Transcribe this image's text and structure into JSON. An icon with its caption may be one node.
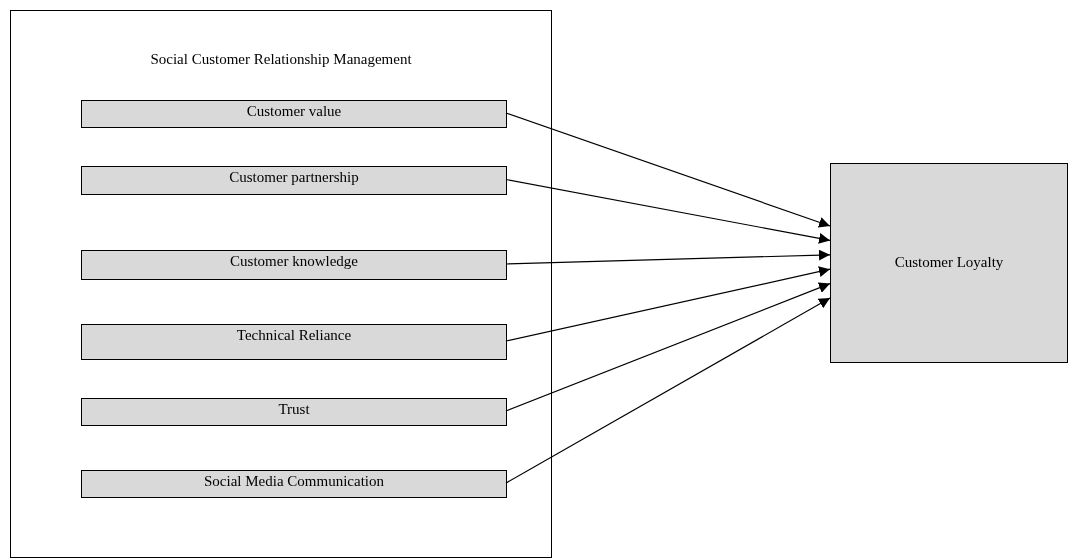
{
  "diagram": {
    "nodes": [
      {
        "text": [
          "Social Customer Relationship Management"
        ]
      },
      {
        "text": [
          "Customer value"
        ],
        "in": 0
      },
      {
        "text": [
          "Customer partnership"
        ],
        "in": 0
      },
      {
        "text": [
          "Customer knowledge"
        ],
        "in": 0
      },
      {
        "text": [
          "Technical Reliance"
        ],
        "in": 0
      },
      {
        "text": [
          "Trust"
        ],
        "in": 0
      },
      {
        "text": [
          "Social Media Communication"
        ],
        "in": 0
      },
      {
        "text": [
          "Customer Loyalty"
        ]
      }
    ],
    "edges": [
      {
        "from": 1,
        "to": 7,
        "arrow": "to"
      },
      {
        "from": 2,
        "to": 7,
        "arrow": "to"
      },
      {
        "from": 3,
        "to": 7,
        "arrow": "to"
      },
      {
        "from": 4,
        "to": 7,
        "arrow": "to"
      },
      {
        "from": 5,
        "to": 7,
        "arrow": "to"
      },
      {
        "from": 6,
        "to": 7,
        "arrow": "to"
      }
    ]
  }
}
